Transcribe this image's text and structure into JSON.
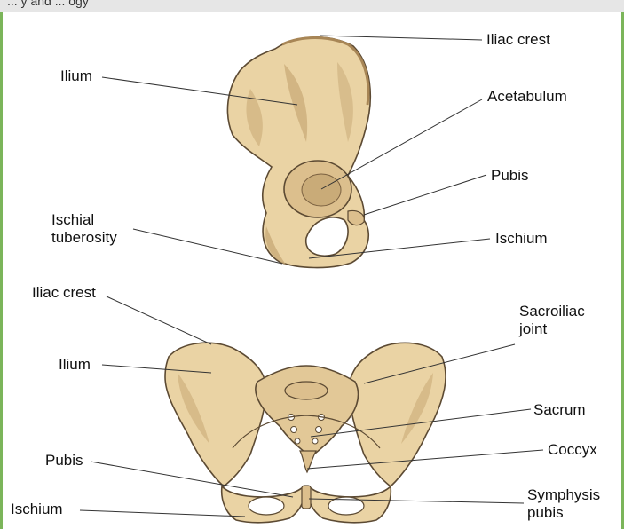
{
  "header": {
    "caption": "... y and ... ogy"
  },
  "labels": {
    "iliac_crest_top": "Iliac crest",
    "ilium_top": "Ilium",
    "acetabulum": "Acetabulum",
    "pubis_top": "Pubis",
    "ischial_tuberosity_1": "Ischial",
    "ischial_tuberosity_2": "tuberosity",
    "ischium_top": "Ischium",
    "iliac_crest_bottom": "Iliac crest",
    "sacroiliac_1": "Sacroiliac",
    "sacroiliac_2": "joint",
    "ilium_bottom": "Ilium",
    "sacrum": "Sacrum",
    "pubis_bottom": "Pubis",
    "coccyx": "Coccyx",
    "symphysis_1": "Symphysis",
    "symphysis_2": "pubis",
    "ischium_bottom": "Ischium"
  },
  "colors": {
    "bone": "#ead3a4",
    "bone_shadow": "#c9ab78",
    "bone_dark": "#a88656",
    "outline": "#5c4a33",
    "leader": "#333333",
    "accent_rule": "#7bb55a"
  }
}
